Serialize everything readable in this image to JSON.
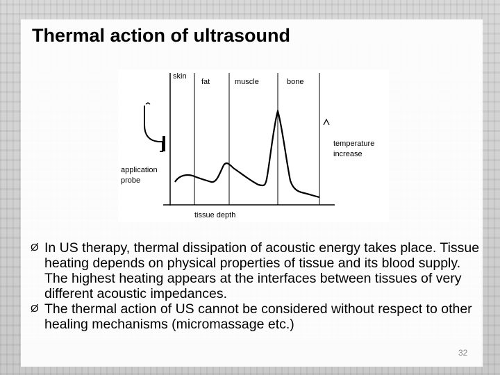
{
  "slide": {
    "title": "Thermal action of ultrasound",
    "page_number": "32"
  },
  "diagram": {
    "region_labels": {
      "skin": "skin",
      "fat": "fat",
      "muscle": "muscle",
      "bone": "bone"
    },
    "x_axis_label": "tissue depth",
    "curve_label_line1": "temperature",
    "curve_label_line2": "increase",
    "probe_label_line1": "application",
    "probe_label_line2": "probe"
  },
  "bullets": [
    {
      "marker": "Ø",
      "text": "In US therapy, thermal dissipation of acoustic energy takes place. Tissue heating depends on physical properties of tissue and its blood supply. The highest heating appears at the interfaces between tissues of very different acoustic impedances."
    },
    {
      "marker": "Ø",
      "text": "The thermal action of US cannot be considered without respect to other healing mechanisms (micromassage etc.)"
    }
  ],
  "colors": {
    "text": "#000000",
    "page_number": "#888888",
    "diagram_background": "#ffffff"
  }
}
